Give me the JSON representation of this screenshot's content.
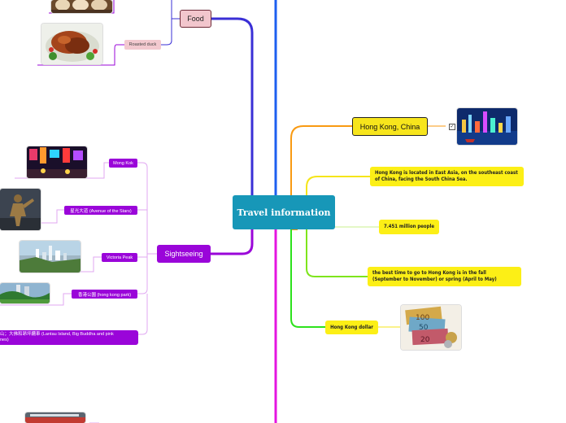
{
  "central": {
    "label": "Travel information"
  },
  "food": {
    "label": "Food",
    "items": [
      {
        "label": "Roasted duck"
      }
    ]
  },
  "sightseeing": {
    "label": "Sightseeing",
    "items": [
      {
        "label": "Mong Kok"
      },
      {
        "label": "星光大道 (Avenue of the Stars)"
      },
      {
        "label": "Victoria Peak"
      },
      {
        "label": "香港公園 (hong kong park)"
      },
      {
        "label": "山；大佛和昂坪纜車 (Lantau Island, Big Buddha and pink\nnes)"
      }
    ]
  },
  "info": {
    "title": "Hong Kong, China",
    "check_mark": "✓",
    "location": "Hong Kong is located in East Asia, on the southeast coast of China, facing the South China Sea.",
    "population": "7.451 million people",
    "best_time": "the best time to go to Hong Kong is in the fall (September to November) or spring (April to May)",
    "currency": "Hong Kong dollar"
  },
  "colors": {
    "central": "#1797b8",
    "food_branch": "#3a2fd6",
    "sight_branch": "#9a05d9",
    "orange_branch": "#f99a12",
    "yellow_branch": "#f5e51a",
    "green_branch": "#7ee51c",
    "lime_branch": "#2de21c",
    "blue_spine": "#1d5ff0",
    "magenta_spine": "#e414e0"
  }
}
